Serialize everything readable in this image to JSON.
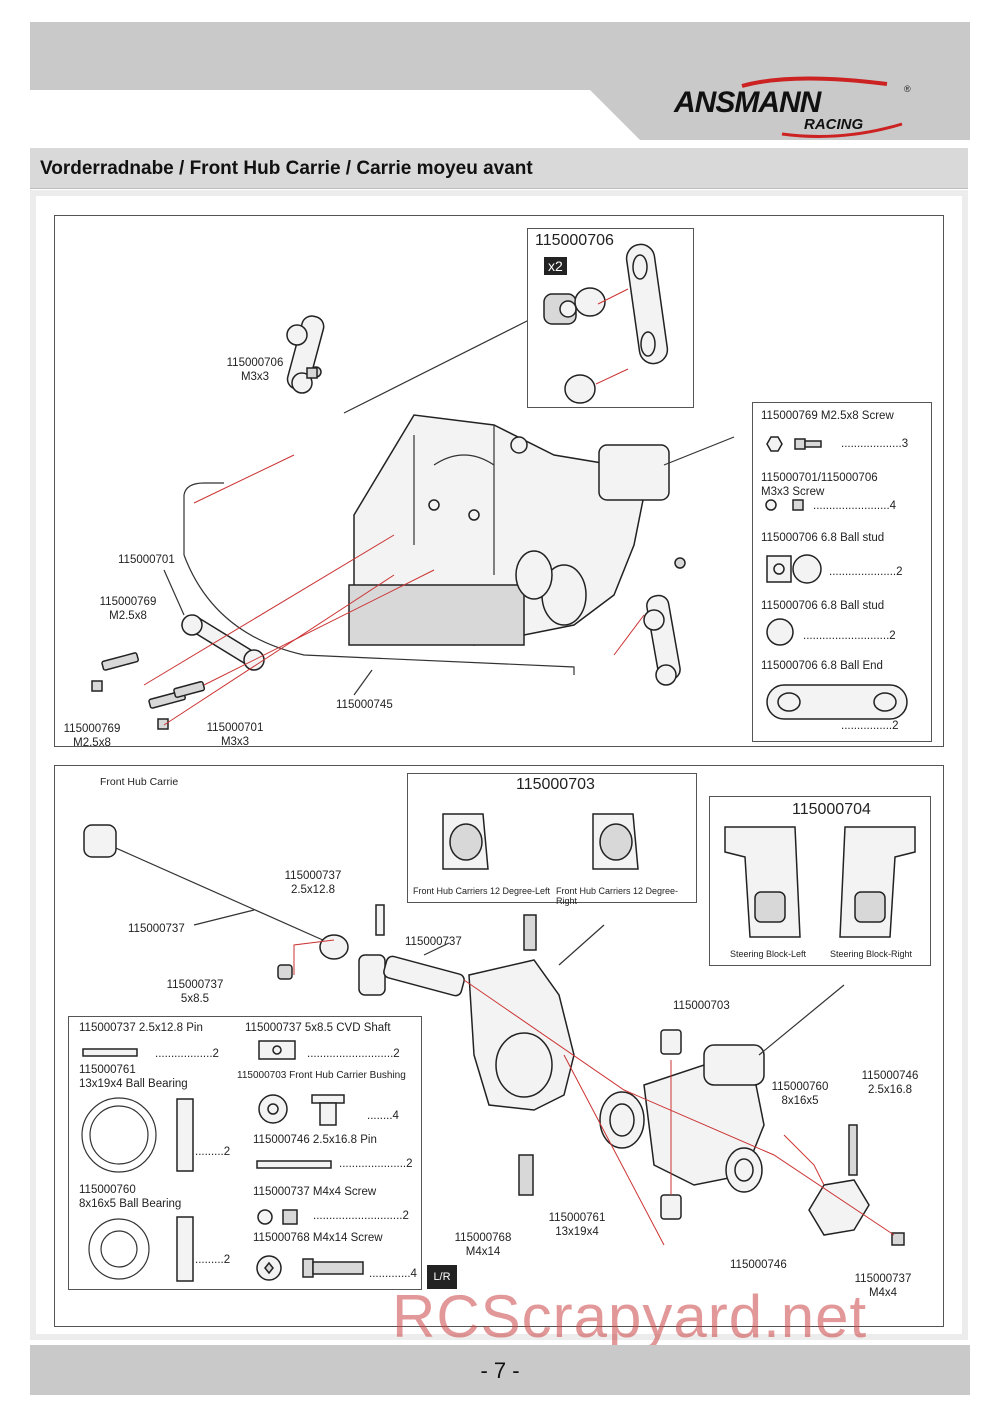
{
  "brand": {
    "name": "ANSMANN",
    "sub": "RACING",
    "reg": "®"
  },
  "title": "Vorderradnabe / Front Hub Carrie / Carrie moyeu avant",
  "page_number": "- 7 -",
  "watermark": "RCScrapyard.net",
  "top_section": {
    "box_706": {
      "code": "115000706",
      "qty": "x2"
    },
    "labels": {
      "l1_code": "115000706",
      "l1_size": "M3x3",
      "l2_code": "115000701",
      "l3_code": "115000769",
      "l3_size": "M2.5x8",
      "l4_code": "115000769",
      "l4_size": "M2.5x8",
      "l5_code": "115000701",
      "l5_size": "M3x3",
      "l6_code": "115000745"
    },
    "parts_list": [
      {
        "name": "115000769  M2.5x8 Screw",
        "dots": "...................3"
      },
      {
        "name": "115000701/115000706",
        "name2": "M3x3 Screw",
        "dots": "........................4"
      },
      {
        "name": "115000706  6.8 Ball stud",
        "dots": ".....................2"
      },
      {
        "name": "115000706  6.8 Ball stud",
        "dots": "...........................2"
      },
      {
        "name": "115000706  6.8 Ball End",
        "dots": "................2"
      }
    ]
  },
  "bottom_section": {
    "heading": "Front Hub Carrie",
    "box_703": {
      "code": "115000703",
      "left": "Front Hub Carriers 12 Degree-Left",
      "right": "Front Hub Carriers 12 Degree-Right"
    },
    "box_704": {
      "code": "115000704",
      "left": "Steering Block-Left",
      "right": "Steering Block-Right"
    },
    "labels": {
      "shaft": "115000737",
      "pin_code": "115000737",
      "pin_size": "2.5x12.8",
      "cvd_code": "115000737",
      "small_pin_code": "115000737",
      "small_pin_size": "5x8.5",
      "bushing": "115000703",
      "bearing760_code": "115000760",
      "bearing760_size": "8x16x5",
      "pin746_code": "115000746",
      "pin746_size": "2.5x16.8",
      "screw768_code": "115000768",
      "screw768_size": "M4x14",
      "bearing761_code": "115000761",
      "bearing761_size": "13x19x4",
      "hex746": "115000746",
      "screw737_code": "115000737",
      "screw737_size": "M4x4",
      "lr": "L/R"
    },
    "parts_list": {
      "p1": "115000737  2.5x12.8 Pin",
      "p1_dots": "..................2",
      "p2": "115000737  5x8.5 CVD Shaft",
      "p2_dots": "...........................2",
      "p3a": "115000761",
      "p3b": "13x19x4 Ball Bearing",
      "p3_dots": ".........2",
      "p4": "115000703  Front Hub Carrier Bushing",
      "p4_dots": "........4",
      "p5": "115000746  2.5x16.8 Pin",
      "p5_dots": ".....................2",
      "p6a": "115000760",
      "p6b": "8x16x5 Ball Bearing",
      "p6_dots": ".........2",
      "p7": "115000737  M4x4 Screw",
      "p7_dots": "............................2",
      "p8": "115000768  M4x14 Screw",
      "p8_dots": ".............4"
    }
  }
}
